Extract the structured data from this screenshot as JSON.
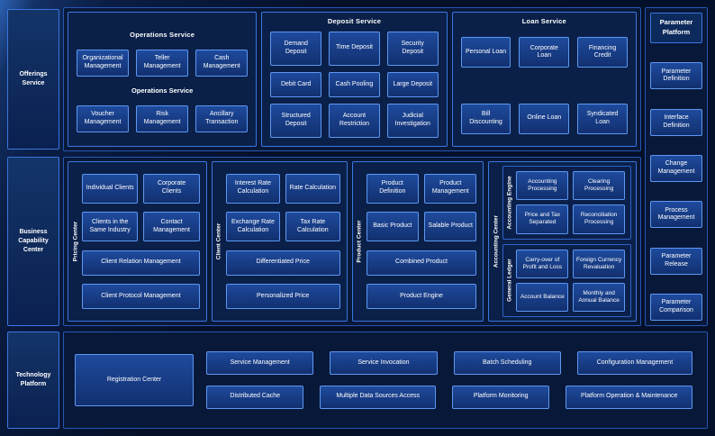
{
  "colors": {
    "background": "#050F28",
    "section_fill": "#081838",
    "section_border": "#2757B4",
    "group_border": "#3A76E0",
    "box_fill_top": "#1E4A9C",
    "box_fill_bottom": "#123070",
    "box_border": "#5E97F2",
    "text": "#FFFFFF"
  },
  "left_rail": {
    "offerings": "Offerings Service",
    "business": "Business Capability Center",
    "technology": "Technology Platform"
  },
  "offerings_row": {
    "operations": {
      "title": "Operations Service",
      "sub_group_title": "Operations Service",
      "row1": [
        "Organizational Management",
        "Teller Management",
        "Cash Management"
      ],
      "row2": [
        "Voucher Management",
        "Risk Management",
        "Ancillary Transaction"
      ]
    },
    "deposit": {
      "title": "Deposit Service",
      "items": [
        "Demand Deposit",
        "Time Deposit",
        "Security Deposit",
        "Debit Card",
        "Cash Pooling",
        "Large Deposit",
        "Structured Deposit",
        "Account Restriction",
        "Judicial Investigation"
      ]
    },
    "loan": {
      "title": "Loan Service",
      "items": [
        "Personal Loan",
        "Corporate Loan",
        "Financing Credit",
        "Bill Discounting",
        "Online Loan",
        "Syndicated Loan"
      ]
    }
  },
  "capability_row": {
    "pricing_center": {
      "label": "Pricing Center",
      "pair_items": [
        "Individual Clients",
        "Corporate Clients",
        "Clients in the Same Industry",
        "Contact Management"
      ],
      "wide_items": [
        "Client Relation Management",
        "Client Protocol Management"
      ]
    },
    "client_center": {
      "label": "Client Center",
      "pair_items": [
        "Interest Rate Calculation",
        "Rate Calculation",
        "Exchange Rate Calculation",
        "Tax Rate Calculation"
      ],
      "wide_items": [
        "Differentiated Price",
        "Personalized Price"
      ]
    },
    "product_center": {
      "label": "Product Center",
      "pair_items": [
        "Product Definition",
        "Product Management",
        "Basic Product",
        "Salable Product"
      ],
      "wide_items": [
        "Combined Product",
        "Product Engine"
      ]
    },
    "accounting_center": {
      "label": "Accounting Center",
      "engine": {
        "label": "Accounting Engine",
        "items": [
          "Accounting Processing",
          "Clearing Processing",
          "Price and Tax Separated",
          "Reconciliation Processing"
        ]
      },
      "ledger": {
        "label": "General Ledger",
        "items": [
          "Carry-over of Profit and Loss",
          "Foreign Currency Revaluation",
          "Account Balance",
          "Monthly and Annual Balance"
        ]
      }
    }
  },
  "parameter_platform": {
    "title": "Parameter Platform",
    "items": [
      "Parameter Definition",
      "Interface Definition",
      "Change Management",
      "Process Management",
      "Parameter Release",
      "Parameter Comparison"
    ]
  },
  "technology_row": {
    "registration": "Registration Center",
    "row1": [
      "Service Management",
      "Service Invocation",
      "Batch Scheduling",
      "Configuration Management"
    ],
    "row2": [
      "Distributed Cache",
      "Multiple Data Sources Access",
      "Platform Monitoring",
      "Platform Operation & Maintenance"
    ]
  }
}
